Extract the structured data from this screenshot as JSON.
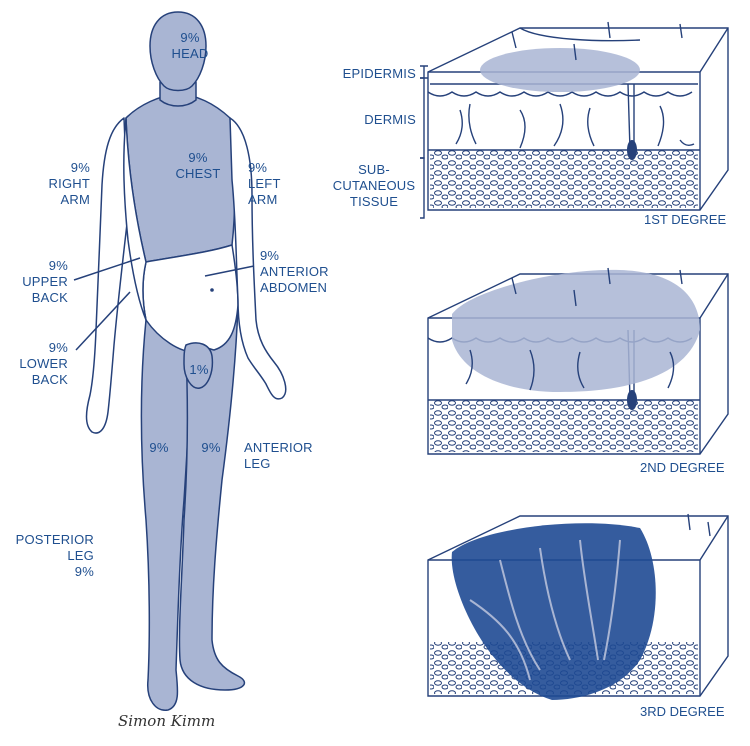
{
  "body_labels": {
    "head": [
      "9%",
      "HEAD"
    ],
    "chest": [
      "9%",
      "CHEST"
    ],
    "right_arm": [
      "9%",
      "RIGHT",
      "ARM"
    ],
    "left_arm": [
      "9%",
      "LEFT",
      "ARM"
    ],
    "upper_back": [
      "9%",
      "UPPER",
      "BACK"
    ],
    "anterior_abdomen": [
      "9%",
      "ANTERIOR",
      "ABDOMEN"
    ],
    "lower_back": [
      "9%",
      "LOWER",
      "BACK"
    ],
    "genital": [
      "1%"
    ],
    "leg_right": [
      "9%"
    ],
    "leg_left": [
      "9%"
    ],
    "anterior_leg": [
      "ANTERIOR",
      "LEG"
    ],
    "posterior_leg": [
      "POSTERIOR",
      "LEG",
      "9%"
    ]
  },
  "skin_labels": {
    "epidermis": "EPIDERMIS",
    "dermis": "DERMIS",
    "subcutaneous": [
      "SUB-",
      "CUTANEOUS",
      "TISSUE"
    ]
  },
  "degrees": {
    "first": "1ST DEGREE",
    "second": "2ND DEGREE",
    "third": "3RD DEGREE"
  },
  "signature": "Simon Kimm",
  "colors": {
    "label": "#1f4f8f",
    "shade": "#a9b5d3",
    "line": "#26417a",
    "burn_dark": "#1f4a94"
  }
}
